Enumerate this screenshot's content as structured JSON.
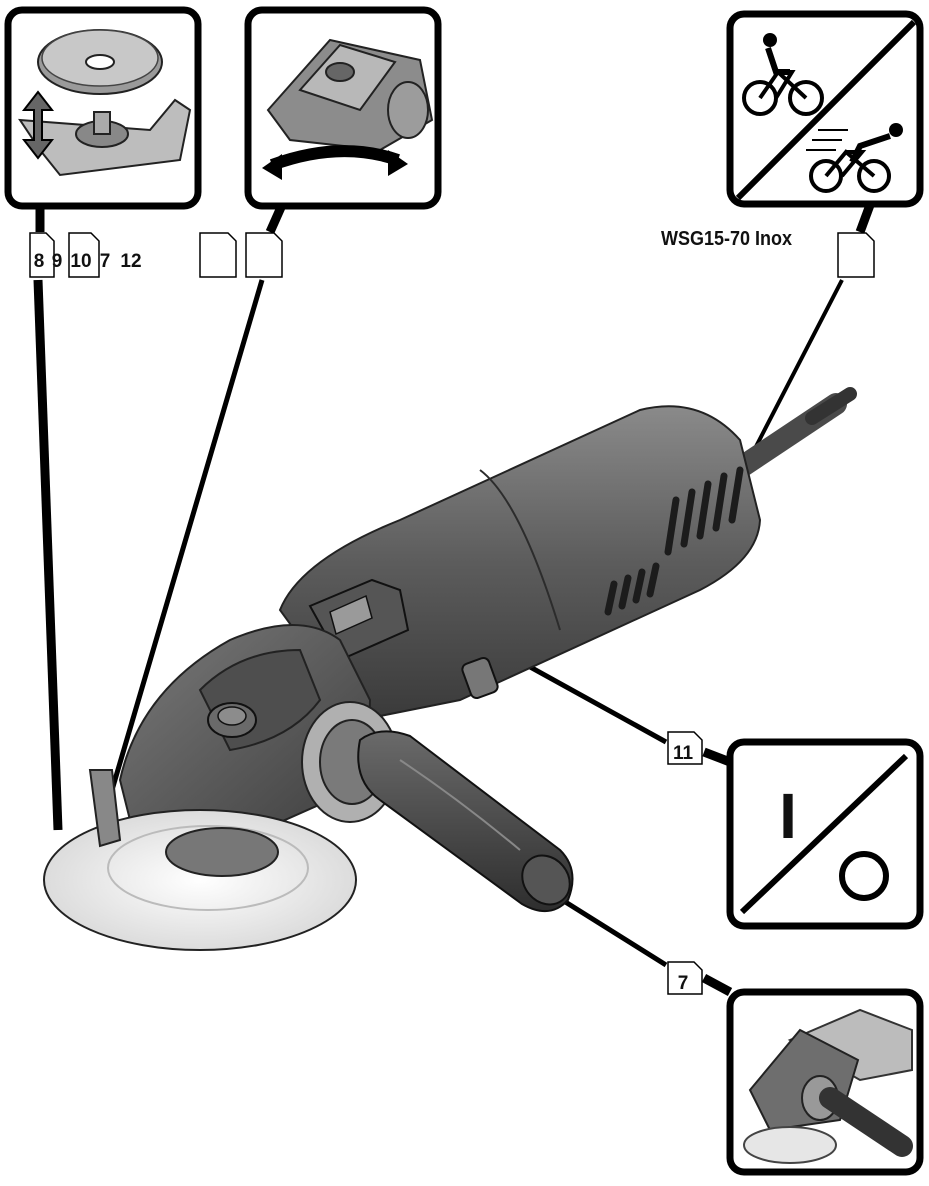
{
  "model_label": "WSG15-70 Inox",
  "page_refs": {
    "disc": [
      "8",
      "9",
      "10",
      "7",
      "12"
    ],
    "guard": [
      "",
      ""
    ],
    "model": [
      ""
    ],
    "switch": "11",
    "handle": "7"
  },
  "symbols": {
    "switch_on": "I",
    "switch_off": "O"
  },
  "icons": [
    "disc-mounting-icon",
    "guard-rotation-icon",
    "speed-class-icon",
    "on-off-symbol-icon",
    "handle-usage-icon"
  ]
}
